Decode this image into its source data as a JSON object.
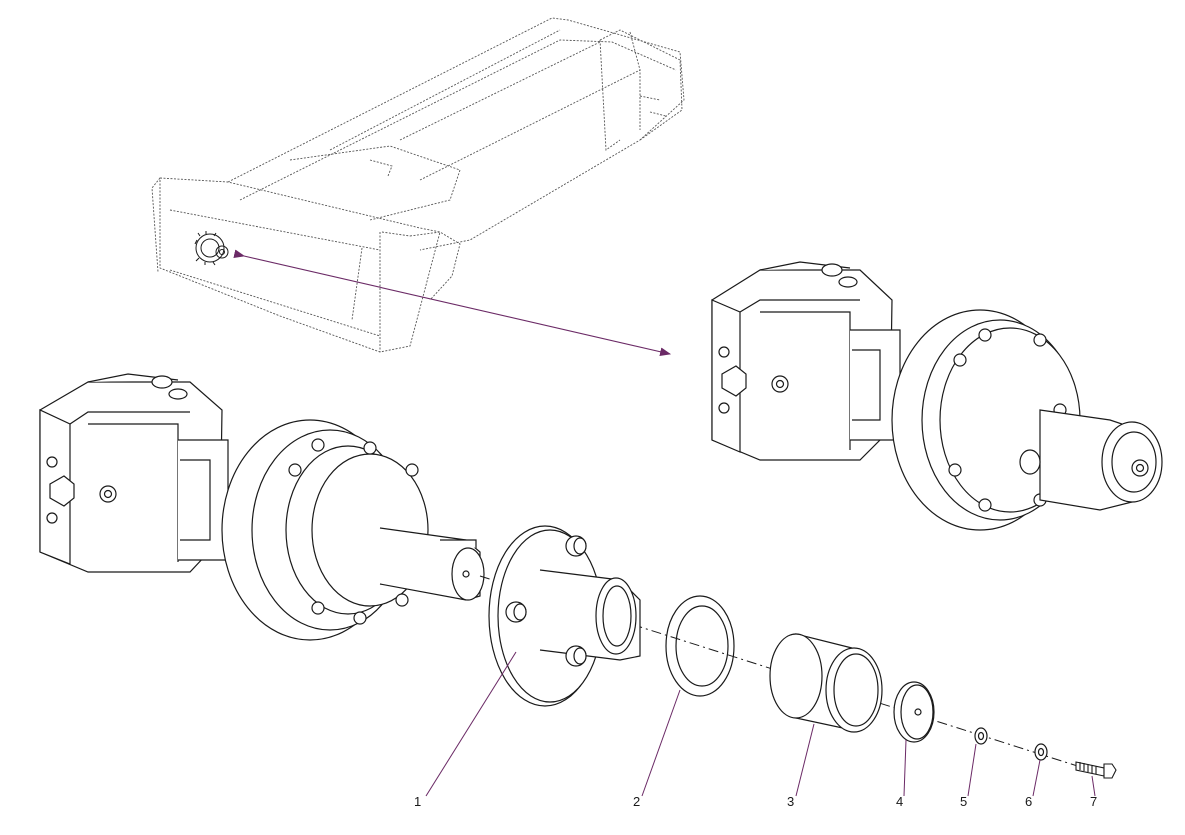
{
  "diagram": {
    "type": "exploded-assembly-drawing",
    "balloon_numbers": [
      "1",
      "2",
      "3",
      "4",
      "5",
      "6",
      "7"
    ],
    "colors": {
      "line": "#1a1a1a",
      "leader": "#6b2a66",
      "ghost": "#555555",
      "background": "#ffffff"
    }
  }
}
